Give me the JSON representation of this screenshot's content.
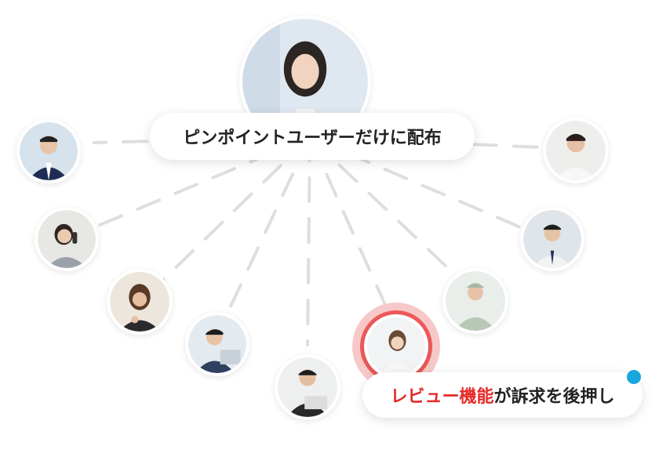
{
  "center_label": "ピンポイントユーザーだけに配布",
  "review_label_highlight": "レビュー機能",
  "review_label_rest": "が訴求を後押し",
  "colors": {
    "accent_red": "#e62a2a",
    "accent_blue": "#18a7dc",
    "line_gray": "#dedede"
  },
  "people": [
    {
      "name": "center-woman",
      "icon": "person-photo"
    },
    {
      "name": "man-suit-left",
      "icon": "person-photo"
    },
    {
      "name": "woman-phone",
      "icon": "person-photo"
    },
    {
      "name": "woman-pointing",
      "icon": "person-photo"
    },
    {
      "name": "man-laptop",
      "icon": "person-photo"
    },
    {
      "name": "man-tablet",
      "icon": "person-photo"
    },
    {
      "name": "woman-highlighted",
      "icon": "person-photo"
    },
    {
      "name": "man-worker",
      "icon": "person-photo"
    },
    {
      "name": "man-suit-right",
      "icon": "person-photo"
    },
    {
      "name": "man-white-shirt",
      "icon": "person-photo"
    }
  ]
}
